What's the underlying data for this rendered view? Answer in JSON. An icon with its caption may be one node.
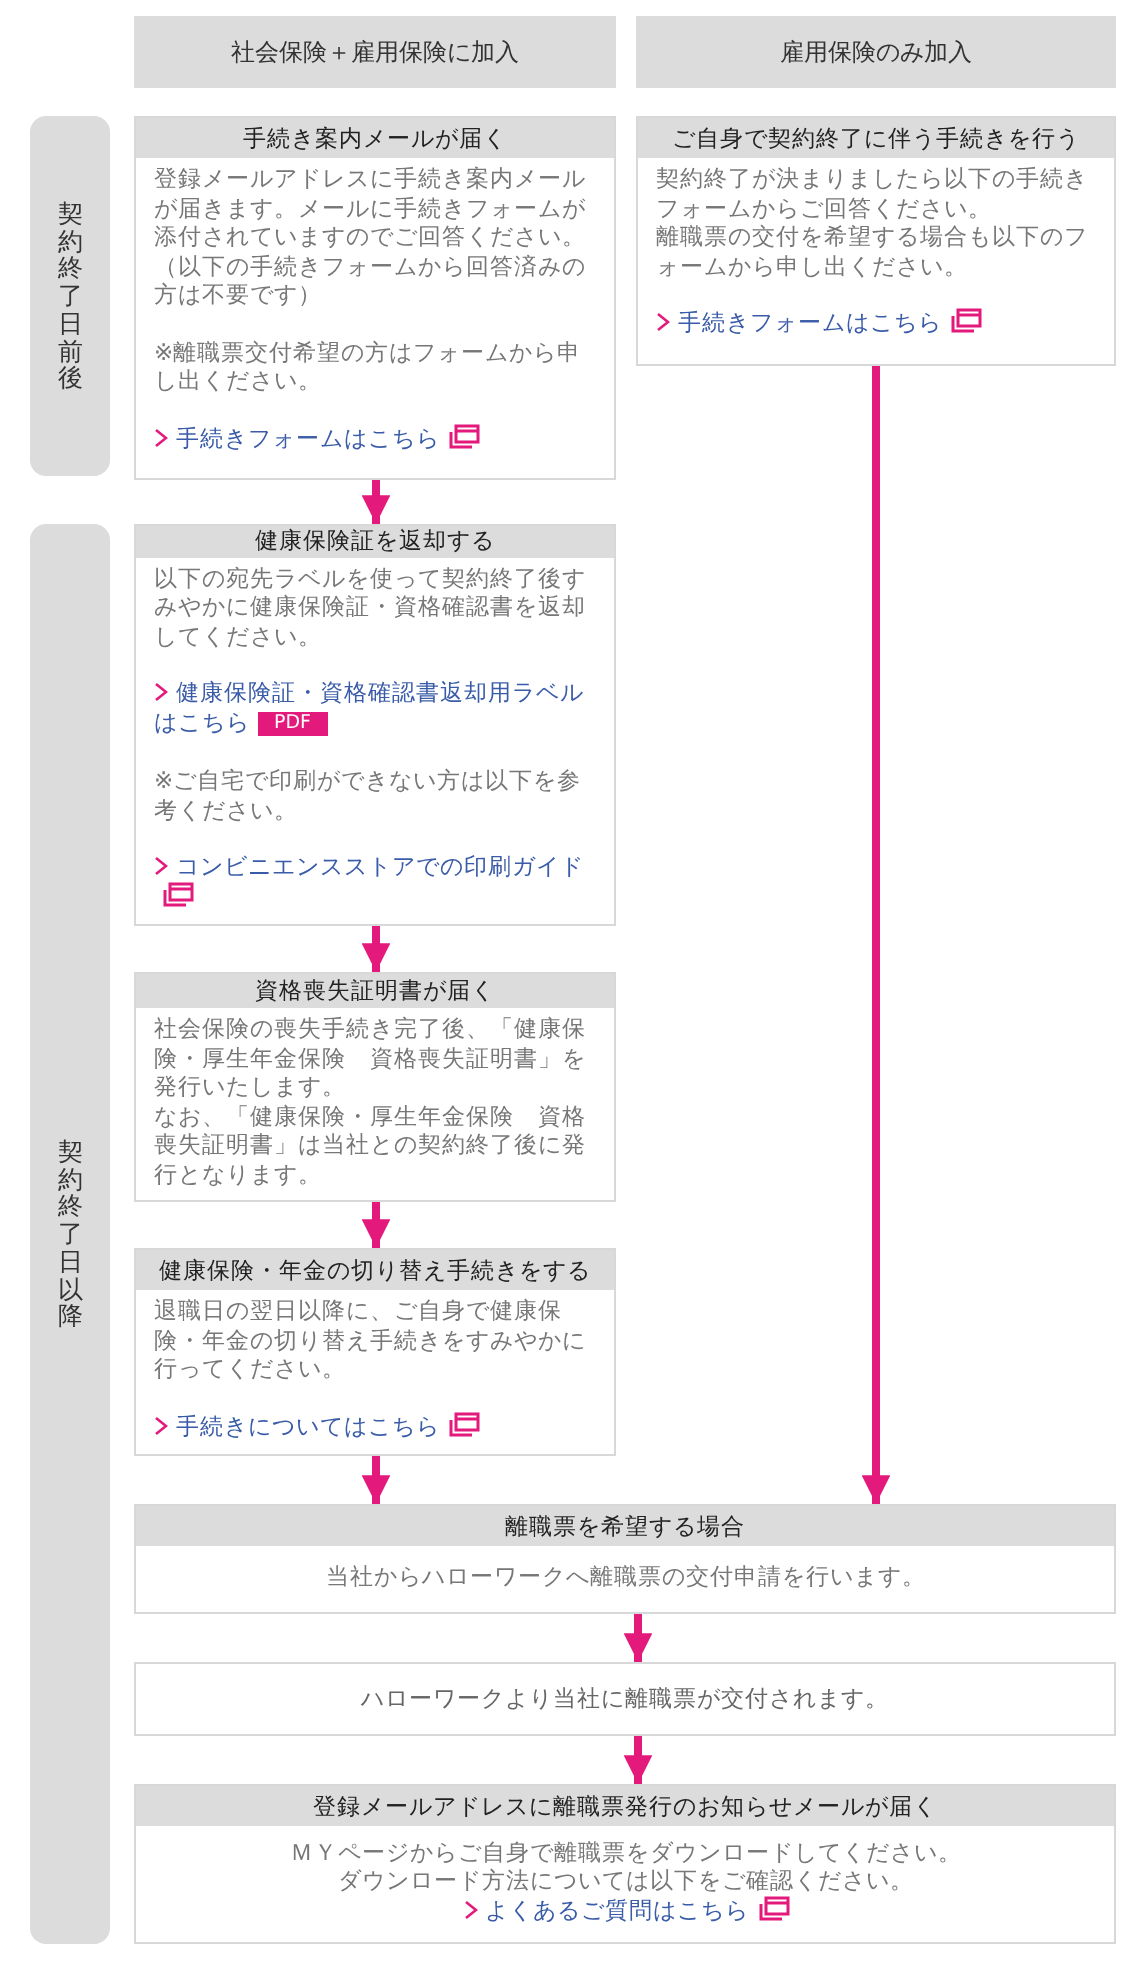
{
  "diagram": {
    "nodes": [
      {
        "text": [
          "社会保険＋雇用保険に加入"
        ]
      },
      {
        "text": [
          "雇用保険のみ加入"
        ]
      },
      {
        "text": [
          "契約終了日前後"
        ]
      },
      {
        "text": [
          "契約終了日以降"
        ]
      },
      {
        "text": [
          "手続き案内メールが届く",
          "登録メールアドレスに手続き案内メールが届きます。メールに手続きフォームが添付されていますのでご回答ください。",
          "（以下の手続きフォームから回答済みの方は不要です）",
          "※離職票交付希望の方はフォームから申し出ください。",
          "手続きフォームはこちら"
        ]
      },
      {
        "text": [
          "ご自身で契約終了に伴う手続きを行う",
          "契約終了が決まりましたら以下の手続きフォームからご回答ください。",
          "離職票の交付を希望する場合も以下のフォームから申し出ください。",
          "手続きフォームはこちら"
        ]
      },
      {
        "text": [
          "健康保険証を返却する",
          "以下の宛先ラベルを使って契約終了後すみやかに健康保険証・資格確認書を返却してください。",
          "健康保険証・資格確認書返却用ラベルはこちら",
          "PDF",
          "※ご自宅で印刷ができない方は以下を参考ください。",
          "コンビニエンスストアでの印刷ガイド"
        ]
      },
      {
        "text": [
          "資格喪失証明書が届く",
          "社会保険の喪失手続き完了後、「健康保険・厚生年金保険　資格喪失証明書」を発行いたします。",
          "なお、「健康保険・厚生年金保険　資格喪失証明書」は当社との契約終了後に発行となります。"
        ]
      },
      {
        "text": [
          "健康保険・年金の切り替え手続きをする",
          "退職日の翌日以降に、ご自身で健康保険・年金の切り替え手続きをすみやかに行ってください。",
          "手続きについてはこちら"
        ]
      },
      {
        "text": [
          "離職票を希望する場合",
          "当社からハローワークへ離職票の交付申請を行います。"
        ]
      },
      {
        "text": [
          "ハローワークより当社に離職票が交付されます。"
        ]
      },
      {
        "text": [
          "登録メールアドレスに離職票発行のお知らせメールが届く",
          "ＭＹページからご自身で離職票をダウンロードしてください。",
          "ダウンロード方法については以下をご確認ください。",
          "よくあるご質問はこちら"
        ]
      }
    ],
    "edges": [
      {
        "from": 4,
        "to": 6,
        "arrow": "to"
      },
      {
        "from": 6,
        "to": 7,
        "arrow": "to"
      },
      {
        "from": 7,
        "to": 8,
        "arrow": "to"
      },
      {
        "from": 8,
        "to": 9,
        "arrow": "to"
      },
      {
        "from": 5,
        "to": 9,
        "arrow": "to"
      },
      {
        "from": 9,
        "to": 10,
        "arrow": "to"
      },
      {
        "from": 10,
        "to": 11,
        "arrow": "to"
      }
    ]
  }
}
